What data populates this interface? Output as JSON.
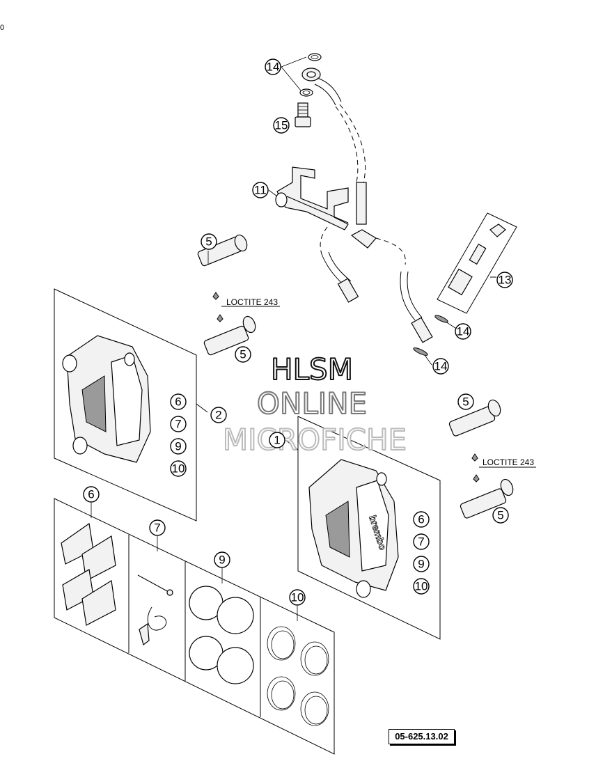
{
  "diagram": {
    "corner_mark": "0",
    "reference_number": "05-625.13.02",
    "watermark": {
      "line1": "HLSM",
      "line2": "ONLINE",
      "line3": "MICROFICHE"
    },
    "notes": {
      "loctite_left": "LOCTITE 243",
      "loctite_right": "LOCTITE 243"
    },
    "callouts": {
      "c14_top": "14",
      "c15": "15",
      "c11": "11",
      "c13": "13",
      "c14_mid": "14",
      "c14_low": "14",
      "c5_tl": "5",
      "c5_ml": "5",
      "c2": "2",
      "c1": "1",
      "c6_l": "6",
      "c7_l": "7",
      "c9_l": "9",
      "c10_l": "10",
      "c5_tr": "5",
      "c5_br": "5",
      "c6_r": "6",
      "c7_r": "7",
      "c9_r": "9",
      "c10_r": "10",
      "c6_b": "6",
      "c7_b": "7",
      "c9_b": "9",
      "c10_b": "10"
    },
    "caliper_brand": "brembo"
  }
}
